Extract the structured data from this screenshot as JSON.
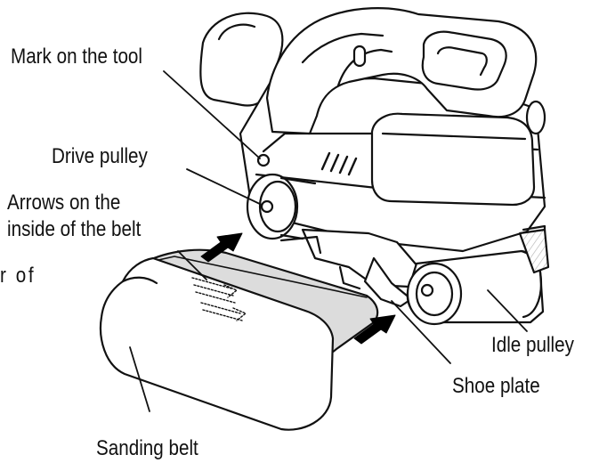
{
  "diagram": {
    "labels": {
      "mark_on_tool": "Mark on the tool",
      "drive_pulley": "Drive pulley",
      "arrows_line1": "Arrows on the",
      "arrows_line2": "inside of the belt",
      "stray_text": "r of",
      "idle_pulley": "Idle pulley",
      "shoe_plate": "Shoe plate",
      "sanding_belt": "Sanding belt"
    },
    "colors": {
      "ink": "#111111",
      "fill": "#ffffff",
      "belt": "#dcdcdc",
      "hatch": "#c9c9c9",
      "arrow": "#000000"
    }
  }
}
